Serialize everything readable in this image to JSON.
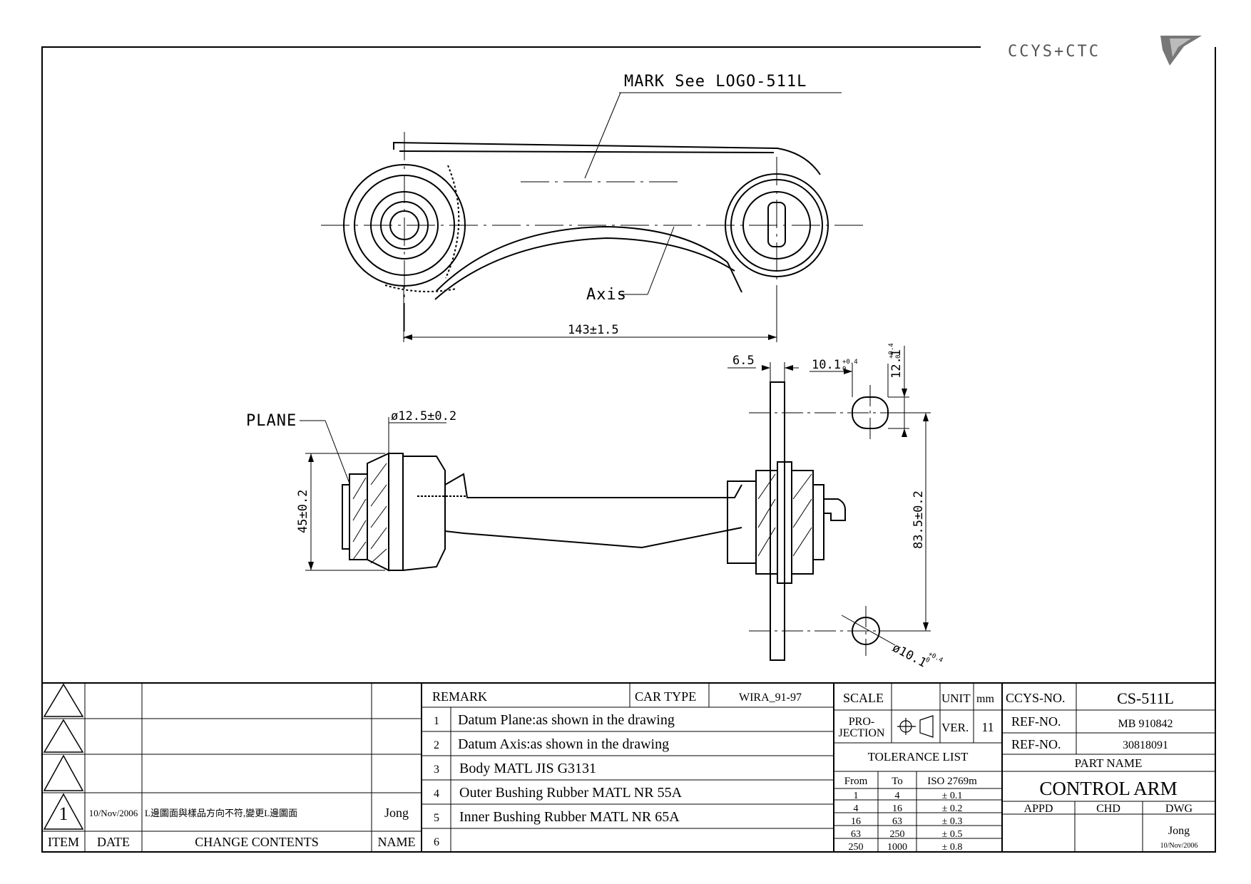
{
  "logo": {
    "text": "CCYS+CTC"
  },
  "drawing": {
    "callouts": {
      "mark": "MARK See LOGO-511L",
      "axis": "Axis",
      "plane": "PLANE"
    },
    "dimensions": {
      "length": "143±1.5",
      "bushing_dia": "ø12.5±0.2",
      "bushing_height": "45±0.2",
      "flange_thk": "6.5",
      "slot_width": "10.1",
      "slot_width_tol_top": "+0.4",
      "slot_width_tol_bottom": "0",
      "slot_height": "12.1",
      "slot_height_tol_top": "+0.4",
      "slot_height_tol_bottom": "0",
      "hole_spacing": "83.5±0.2",
      "hole_dia": "ø10.1",
      "hole_dia_tol_top": "+0.4",
      "hole_dia_tol_bottom": "0"
    }
  },
  "revision_block": {
    "headers": {
      "item": "ITEM",
      "date": "DATE",
      "contents": "CHANGE CONTENTS",
      "name": "NAME"
    },
    "rows": [
      {
        "item": "",
        "date": "",
        "contents": "",
        "name": ""
      },
      {
        "item": "",
        "date": "",
        "contents": "",
        "name": ""
      },
      {
        "item": "",
        "date": "",
        "contents": "",
        "name": ""
      },
      {
        "item": "1",
        "date": "10/Nov/2006",
        "contents": "L邊圖面與樣品方向不符,變更L邊圖面",
        "name": "Jong"
      }
    ]
  },
  "remark_block": {
    "remark_label": "REMARK",
    "car_type_label": "CAR TYPE",
    "car_type": "WIRA_91-97",
    "items": [
      {
        "no": "1",
        "text": "Datum Plane:as shown in the drawing"
      },
      {
        "no": "2",
        "text": "Datum Axis:as shown in the drawing"
      },
      {
        "no": "3",
        "text": "Body MATL JIS G3131"
      },
      {
        "no": "4",
        "text": "Outer Bushing Rubber MATL NR 55A"
      },
      {
        "no": "5",
        "text": "Inner Bushing Rubber MATL NR 65A"
      },
      {
        "no": "6",
        "text": ""
      }
    ]
  },
  "scale_block": {
    "scale_label": "SCALE",
    "scale_value": "",
    "unit_label": "UNIT",
    "unit_value": "mm",
    "projection_label_1": "PRO-",
    "projection_label_2": "JECTION",
    "ver_label": "VER.",
    "ver_value": "11",
    "tolerance_title": "TOLERANCE LIST",
    "tolerance_headers": [
      "From",
      "To",
      "ISO 2769m"
    ],
    "tolerance_rows": [
      [
        "1",
        "4",
        "± 0.1"
      ],
      [
        "4",
        "16",
        "± 0.2"
      ],
      [
        "16",
        "63",
        "± 0.3"
      ],
      [
        "63",
        "250",
        "± 0.5"
      ],
      [
        "250",
        "1000",
        "± 0.8"
      ]
    ]
  },
  "title_block": {
    "ccys_no_label": "CCYS-NO.",
    "ccys_no": "CS-511L",
    "ref_no_label_1": "REF-NO.",
    "ref_no_1": "MB 910842",
    "ref_no_label_2": "REF-NO.",
    "ref_no_2": "30818091",
    "part_name_label": "PART NAME",
    "part_name": "CONTROL ARM",
    "appd_label": "APPD",
    "chd_label": "CHD",
    "dwg_label": "DWG",
    "appd": "",
    "chd": "",
    "dwg": "Jong",
    "dwg_date": "10/Nov/2006"
  }
}
